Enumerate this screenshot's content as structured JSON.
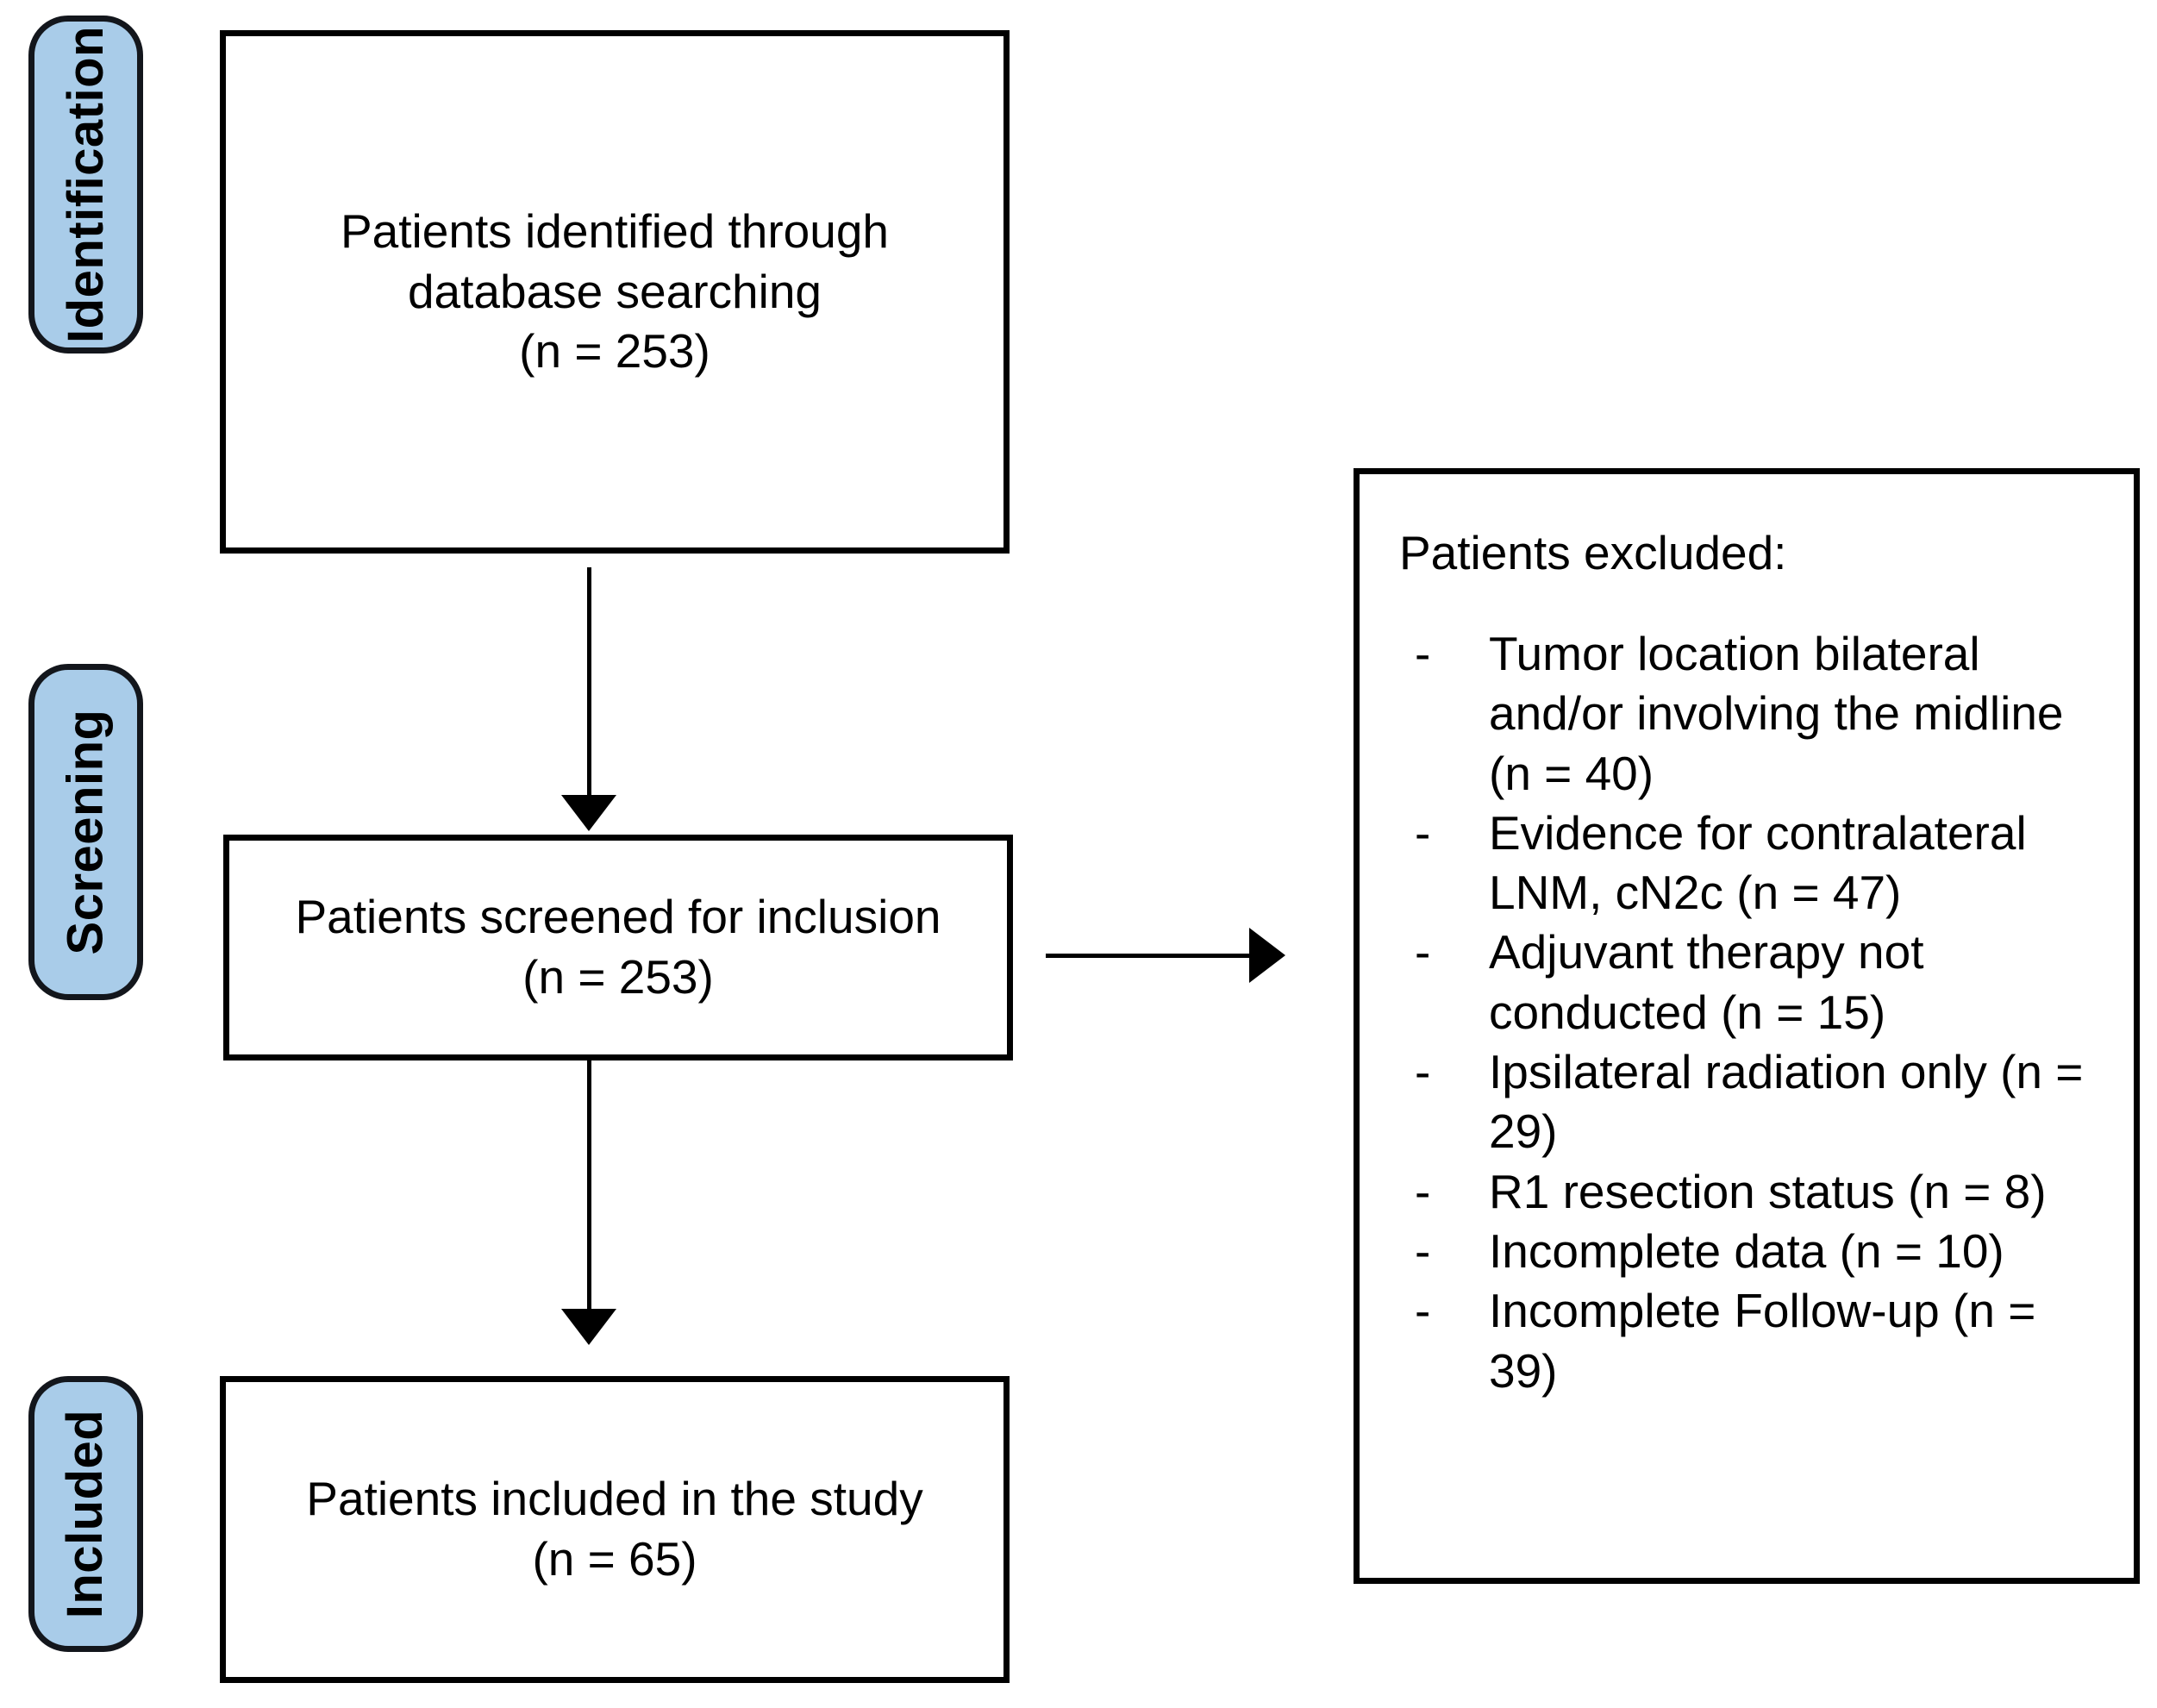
{
  "diagram": {
    "type": "prisma-flow-diagram",
    "colors": {
      "stage_badge_fill": "#a9cce9",
      "stage_badge_border": "#13161c",
      "box_border": "#000000",
      "box_fill": "#ffffff",
      "text": "#000000",
      "arrow": "#000000"
    }
  },
  "stages": [
    {
      "label": "Identification"
    },
    {
      "label": "Screening"
    },
    {
      "label": "Included"
    }
  ],
  "boxes": {
    "identified": {
      "line1": "Patients identified through",
      "line2": "database searching",
      "line3": "(n = 253)",
      "count": 253
    },
    "screened": {
      "line1": "Patients screened for inclusion",
      "line2": "(n = 253)",
      "count": 253
    },
    "included": {
      "line1": "Patients included in the study",
      "line2": "(n = 65)",
      "count": 65
    }
  },
  "exclusion": {
    "title": "Patients excluded:",
    "bullet_marker": "-",
    "items": [
      {
        "text": "Tumor location bilateral and/or involving the midline (n = 40)",
        "count": 40
      },
      {
        "text": "Evidence for contralateral LNM, cN2c (n = 47)",
        "count": 47
      },
      {
        "text": "Adjuvant therapy not conducted (n = 15)",
        "count": 15
      },
      {
        "text": "Ipsilateral radiation only (n = 29)",
        "count": 29
      },
      {
        "text": "R1 resection status (n = 8)",
        "count": 8
      },
      {
        "text": "Incomplete data (n = 10)",
        "count": 10
      },
      {
        "text": "Incomplete Follow-up (n = 39)",
        "count": 39
      }
    ]
  },
  "connectors": [
    {
      "name": "identified-to-screened",
      "direction": "down"
    },
    {
      "name": "screened-to-excluded",
      "direction": "right"
    },
    {
      "name": "screened-to-included",
      "direction": "down"
    }
  ]
}
